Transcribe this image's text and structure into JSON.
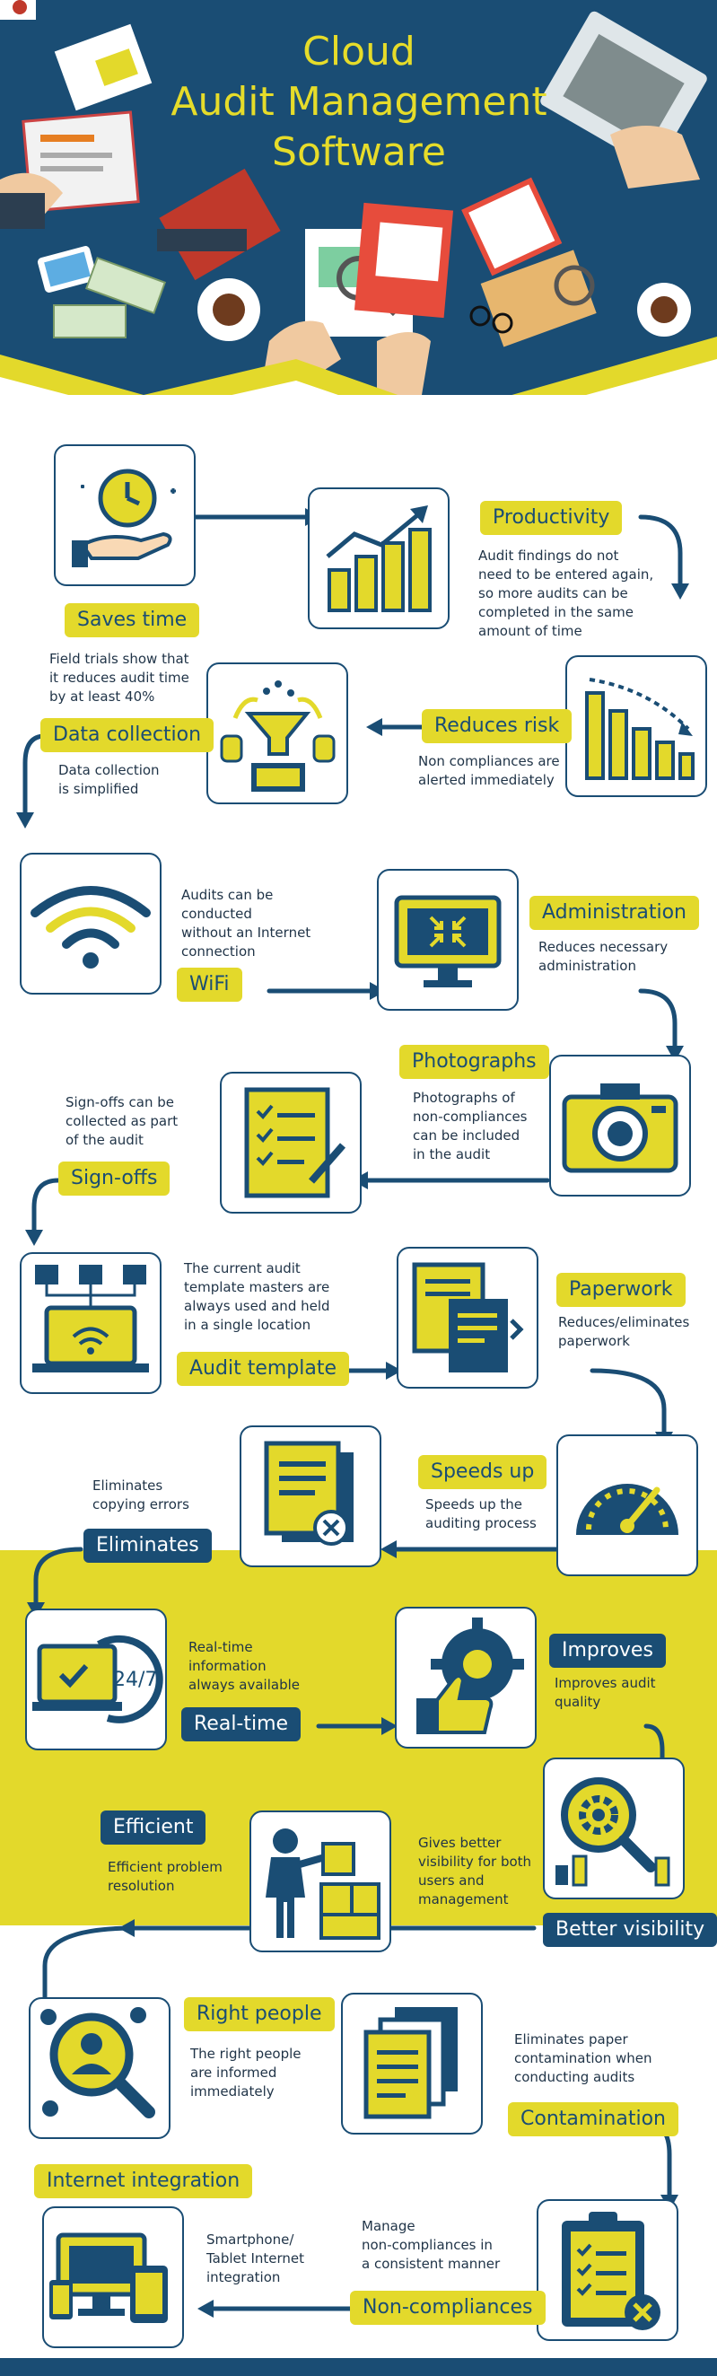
{
  "header": {
    "title_lines": [
      "Cloud",
      "Audit Management",
      "Software"
    ]
  },
  "colors": {
    "navy": "#1a4d74",
    "yellow": "#e3d92b",
    "white": "#ffffff",
    "text": "#1f3347"
  },
  "steps": {
    "saves_time": {
      "label": "Saves time",
      "desc": [
        "Field trials show that",
        "it reduces audit time",
        "by at least 40%"
      ],
      "icon": "clock-hand-icon"
    },
    "productivity": {
      "label": "Productivity",
      "desc": [
        "Audit findings do not",
        "need to be entered again,",
        "so more audits can be",
        "completed in the same",
        "amount of time"
      ],
      "icon": "rising-bar-chart-icon"
    },
    "reduces_risk": {
      "label": "Reduces risk",
      "desc": [
        "Non compliances are",
        "alerted immediately"
      ],
      "icon": "falling-bar-chart-icon"
    },
    "data_collection": {
      "label": "Data collection",
      "desc": [
        "Data collection",
        "is simplified"
      ],
      "icon": "data-funnel-icon"
    },
    "wifi": {
      "label": "WiFi",
      "desc": [
        "Audits can be",
        "conducted",
        "without an Internet",
        "connection"
      ],
      "icon": "wifi-icon"
    },
    "administration": {
      "label": "Administration",
      "desc": [
        "Reduces necessary",
        "administration"
      ],
      "icon": "monitor-compress-icon"
    },
    "photographs": {
      "label": "Photographs",
      "desc": [
        "Photographs of",
        "non-compliances",
        "can be included",
        "in the audit"
      ],
      "icon": "camera-icon"
    },
    "sign_offs": {
      "label": "Sign-offs",
      "desc": [
        "Sign-offs can be",
        "collected as part",
        "of the audit"
      ],
      "icon": "signed-checklist-icon"
    },
    "audit_template": {
      "label": "Audit template",
      "desc": [
        "The current audit",
        "template masters are",
        "always used and held",
        "in a single location"
      ],
      "icon": "laptop-network-icon"
    },
    "paperwork": {
      "label": "Paperwork",
      "desc": [
        "Reduces/eliminates",
        "paperwork"
      ],
      "icon": "document-transfer-icon"
    },
    "speeds_up": {
      "label": "Speeds up",
      "desc": [
        "Speeds up the",
        "auditing process"
      ],
      "icon": "speedometer-icon"
    },
    "eliminates": {
      "label": "Eliminates",
      "desc": [
        "Eliminates",
        "copying errors"
      ],
      "icon": "document-delete-icon"
    },
    "real_time": {
      "label": "Real-time",
      "desc": [
        "Real-time",
        "information",
        "always available"
      ],
      "icon": "laptop-24-7-icon"
    },
    "improves": {
      "label": "Improves",
      "desc": [
        "Improves audit",
        "quality"
      ],
      "icon": "gear-thumbs-up-icon"
    },
    "better_visibility": {
      "label": "Better visibility",
      "desc": [
        "Gives better",
        "visibility for both",
        "users and",
        "management"
      ],
      "icon": "gear-magnifier-icon"
    },
    "efficient": {
      "label": "Efficient",
      "desc": [
        "Efficient problem",
        "resolution"
      ],
      "icon": "person-puzzle-icon"
    },
    "right_people": {
      "label": "Right people",
      "desc": [
        "The right people",
        "are informed",
        "immediately"
      ],
      "icon": "user-search-icon"
    },
    "contamination": {
      "label": "Contamination",
      "desc": [
        "Eliminates paper",
        "contamination when",
        "conducting audits"
      ],
      "icon": "paper-stack-icon"
    },
    "internet_integration": {
      "label": "Internet integration",
      "desc": [
        "Smartphone/",
        "Tablet Internet",
        "integration"
      ],
      "icon": "devices-icon"
    },
    "non_compliances": {
      "label": "Non-compliances",
      "desc": [
        "Manage",
        "non-compliances in",
        "a consistent manner"
      ],
      "icon": "clipboard-x-icon"
    }
  }
}
